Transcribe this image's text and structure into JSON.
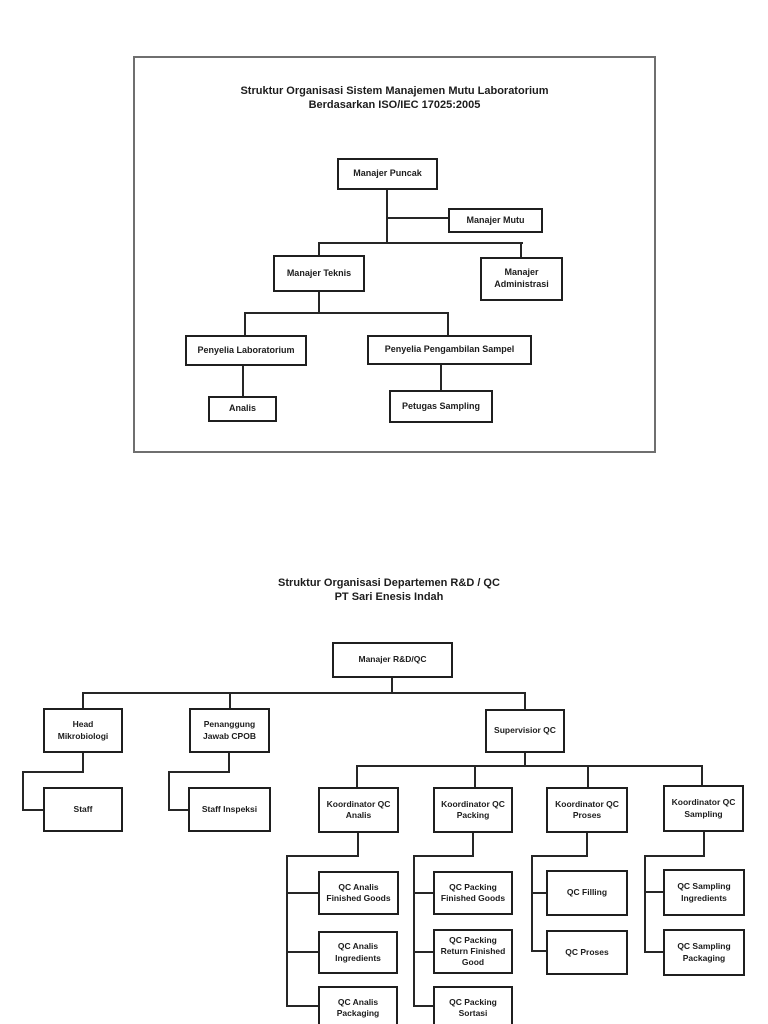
{
  "page": {
    "background": "#ffffff"
  },
  "colors": {
    "node_border": "#1f1f1f",
    "connector": "#262626",
    "frame_border": "#6f6f6f",
    "text": "#1c1c1c"
  },
  "charts": [
    {
      "title_line1": "Struktur Organisasi Sistem Manajemen Mutu Laboratorium",
      "title_line2": "Berdasarkan ISO/IEC 17025:2005",
      "nodes": {
        "manajer_puncak": "Manajer Puncak",
        "manajer_mutu": "Manajer Mutu",
        "manajer_teknis": "Manajer Teknis",
        "manajer_administrasi": "Manajer Administrasi",
        "penyelia_laboratorium": "Penyelia Laboratorium",
        "penyelia_pengambilan_sampel": "Penyelia Pengambilan Sampel",
        "analis": "Analis",
        "petugas_sampling": "Petugas Sampling"
      }
    },
    {
      "title_line1": "Struktur Organisasi Departemen R&D / QC",
      "title_line2": "PT Sari Enesis Indah",
      "nodes": {
        "manajer_rnd_qc": "Manajer R&D/QC",
        "head_mikrobiologi": "Head Mikrobiologi",
        "penanggung_jawab_cpob": "Penanggung Jawab CPOB",
        "supervisior_qc": "Supervisior QC",
        "staff": "Staff",
        "staff_inspeksi": "Staff Inspeksi",
        "koordinator_qc_analis": "Koordinator QC Analis",
        "koordinator_qc_packing": "Koordinator QC Packing",
        "koordinator_qc_proses": "Koordinator QC Proses",
        "koordinator_qc_sampling": "Koordinator QC Sampling",
        "qc_analis_finished_goods": "QC Analis Finished Goods",
        "qc_analis_ingredients": "QC Analis Ingredients",
        "qc_analis_packaging": "QC Analis Packaging",
        "qc_packing_finished_goods": "QC Packing Finished Goods",
        "qc_packing_return_finished_good": "QC Packing Return Finished Good",
        "qc_packing_sortasi": "QC Packing Sortasi",
        "qc_filling": "QC Filling",
        "qc_proses": "QC Proses",
        "qc_sampling_ingredients": "QC Sampling Ingredients",
        "qc_sampling_packaging": "QC Sampling Packaging"
      }
    }
  ]
}
